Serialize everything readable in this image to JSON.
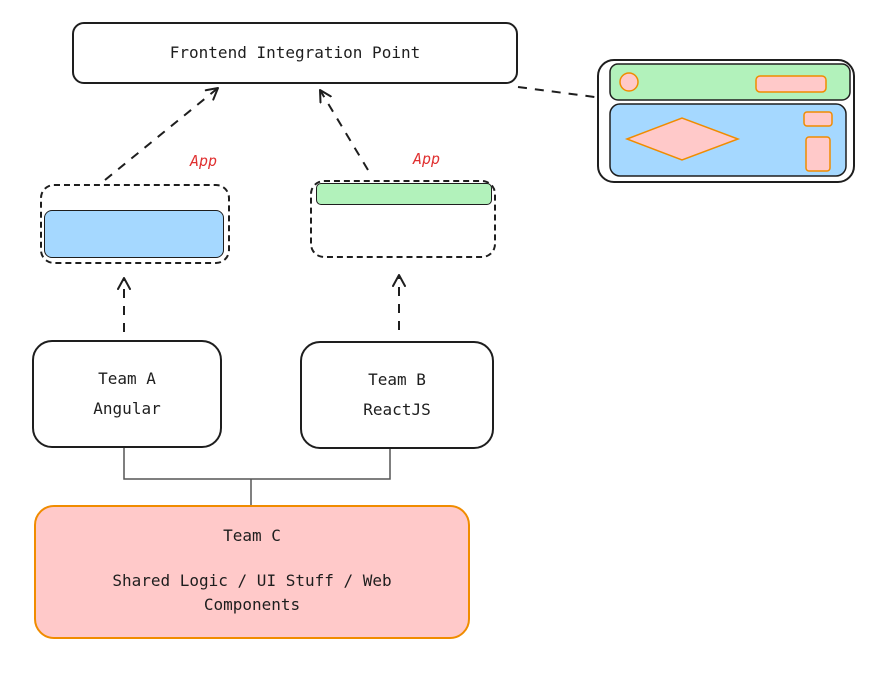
{
  "integration": {
    "label": "Frontend Integration Point"
  },
  "app_labels": {
    "left": "App",
    "right": "App"
  },
  "team_a": {
    "line1": "Team A",
    "line2": "Angular"
  },
  "team_b": {
    "line1": "Team B",
    "line2": "ReactJS"
  },
  "team_c": {
    "line1": "Team C",
    "line2": "Shared Logic / UI Stuff / Web",
    "line3": "Components"
  },
  "colors": {
    "stroke": "#1e1e1e",
    "app_label": "#e03131",
    "blue_fill": "#a5d8ff",
    "green_fill": "#b2f2bb",
    "pink_fill": "#ffc9c9",
    "orange_stroke": "#f08c00"
  }
}
